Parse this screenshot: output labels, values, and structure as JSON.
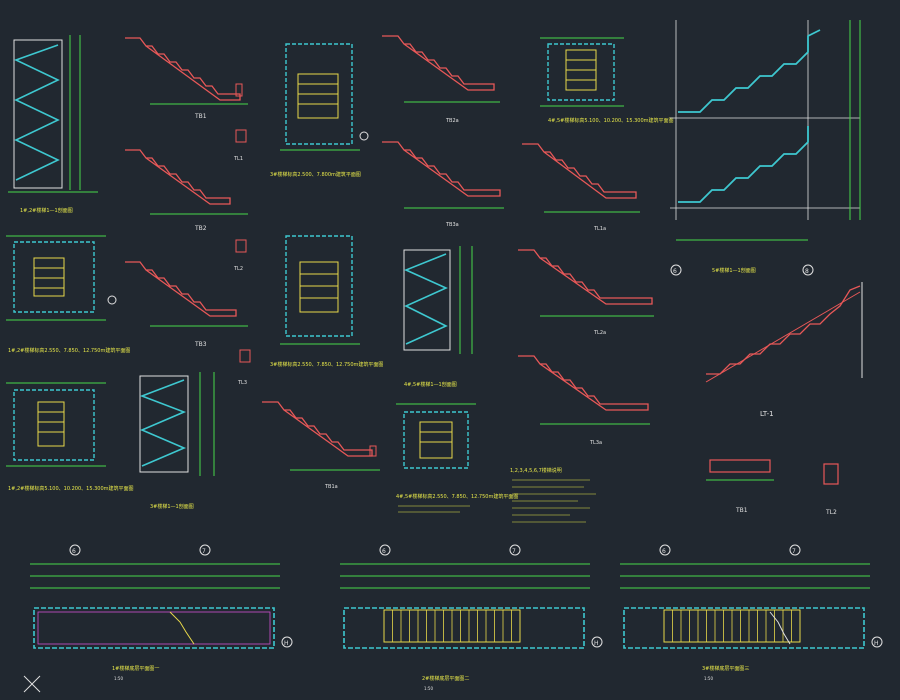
{
  "colors": {
    "background": "#212830",
    "stair": "#e85858",
    "dimension": "#46d84a",
    "section": "#3ec8d0",
    "label_text": "#e8e84a",
    "white": "#e0e0e0",
    "yellow": "#e8d84a",
    "magenta": "#d050d0"
  },
  "labels": {
    "tb1": "TB1",
    "tb2": "TB2",
    "tb3": "TB3",
    "tb1a": "TB1a",
    "tb2a": "TB2a",
    "tb3a": "TB3a",
    "tl1": "TL1",
    "tl2": "TL2",
    "tl3": "TL3",
    "tl1a": "TL1a",
    "tl2a": "TL2a",
    "tl3a": "TL3a",
    "lt1": "LT-1",
    "tb1_detail": "TB1",
    "tl2_detail": "TL2",
    "plan_a": "3#楼梯标高2.500、7.800m建筑平面图",
    "plan_b": "1#,2#楼梯标高2.550、7.850、12.750m建筑平面图",
    "plan_c": "3#楼梯标高2.550、7.850、12.750m建筑平面图",
    "plan_d": "4#,5#楼梯标高5.100、10.200、15.300m建筑平面图",
    "plan_e": "1#,2#楼梯标高5.100、10.200、15.300m建筑平面图",
    "plan_f": "4#,5#楼梯标高2.550、7.850、12.750m建筑平面图",
    "section_a": "1#,2#楼梯1—1剖面图",
    "section_b": "4#,5#楼梯1—1剖面图",
    "section_c": "3#楼梯1—1剖面图",
    "section_d": "5#楼梯1—1剖面图",
    "notes_title": "1,2,3,4,5,6,7楼梯说明",
    "bottom_a": "1#楼梯底层平面图一",
    "bottom_b": "2#楼梯底层平面图二",
    "bottom_c": "3#楼梯底层平面图三",
    "axis_6": "6",
    "axis_7": "7",
    "axis_8": "8",
    "axis_h": "H",
    "scale": "1:50"
  }
}
